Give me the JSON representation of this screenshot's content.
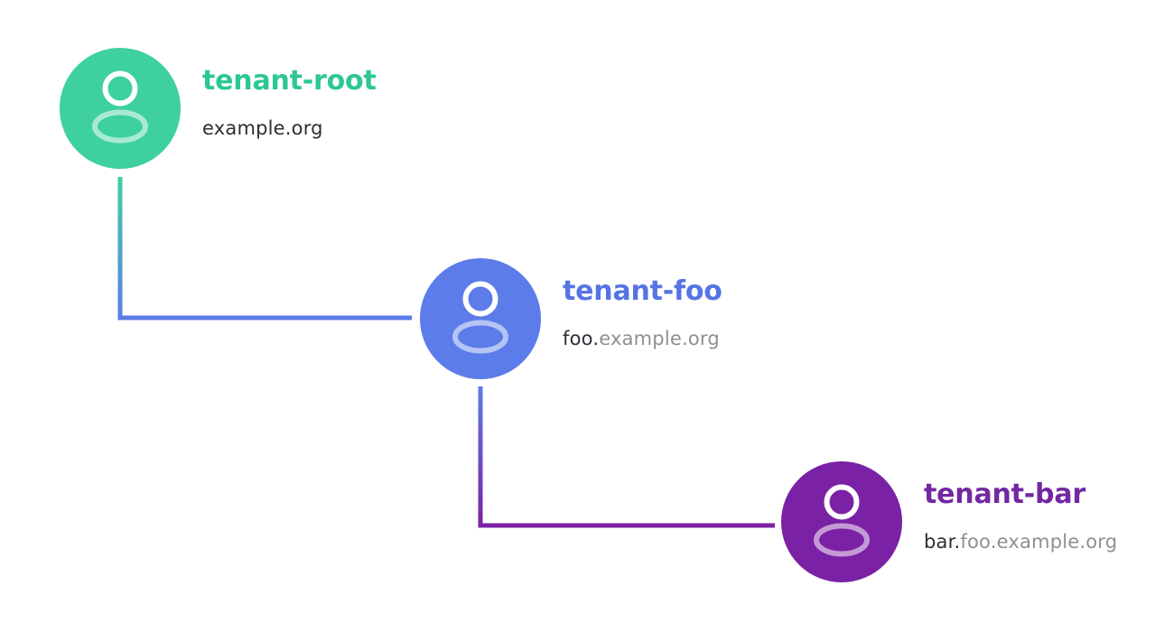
{
  "page": {
    "background_color": "#ffffff"
  },
  "diagram": {
    "type": "tenant-hierarchy-tree",
    "nodes": [
      {
        "id": "tenant-root",
        "label": "tenant-root",
        "domain_primary": "example.org",
        "domain_secondary": "",
        "circle_color": "#3ED0A0",
        "label_color": "#2CC795",
        "icon": "person-icon",
        "level": 0
      },
      {
        "id": "tenant-foo",
        "label": "tenant-foo",
        "domain_primary": "foo.",
        "domain_secondary": "example.org",
        "circle_color": "#5B7CE9",
        "label_color": "#5574E5",
        "icon": "person-icon",
        "level": 1
      },
      {
        "id": "tenant-bar",
        "label": "tenant-bar",
        "domain_primary": "bar.",
        "domain_secondary": "foo.example.org",
        "circle_color": "#7A21A5",
        "label_color": "#7227A3",
        "icon": "person-icon",
        "level": 2
      }
    ],
    "connectors": [
      {
        "from": "tenant-root",
        "to": "tenant-foo",
        "color_start": "#3ED0A0",
        "color_end": "#5B7CE9"
      },
      {
        "from": "tenant-foo",
        "to": "tenant-bar",
        "color_start": "#5B7CE9",
        "color_end": "#7A21A5"
      }
    ],
    "icon_colors": {
      "head_stroke": "#ffffff",
      "body_stroke_opacity": "0.55"
    },
    "text_colors": {
      "domain_primary": "#2E2E36",
      "domain_secondary": "#8F8F94"
    }
  }
}
